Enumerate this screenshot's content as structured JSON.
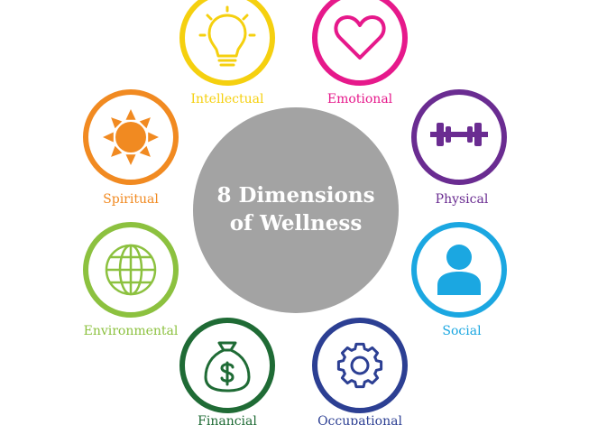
{
  "center": {
    "line1": "8 Dimensions",
    "line2": "of Wellness",
    "color": "#a3a3a3"
  },
  "dimensions": [
    {
      "label": "Intellectual",
      "color": "#f5d00f",
      "icon": "lightbulb-icon"
    },
    {
      "label": "Emotional",
      "color": "#e6198b",
      "icon": "heart-icon"
    },
    {
      "label": "Physical",
      "color": "#6a2c91",
      "icon": "dumbbell-icon"
    },
    {
      "label": "Social",
      "color": "#1ba7e1",
      "icon": "person-icon"
    },
    {
      "label": "Occupational",
      "color": "#2c3f93",
      "icon": "gear-icon"
    },
    {
      "label": "Financial",
      "color": "#1f6b35",
      "icon": "money-bag-icon"
    },
    {
      "label": "Environmental",
      "color": "#8cc13f",
      "icon": "globe-icon"
    },
    {
      "label": "Spiritual",
      "color": "#f18a21",
      "icon": "sun-icon"
    }
  ]
}
